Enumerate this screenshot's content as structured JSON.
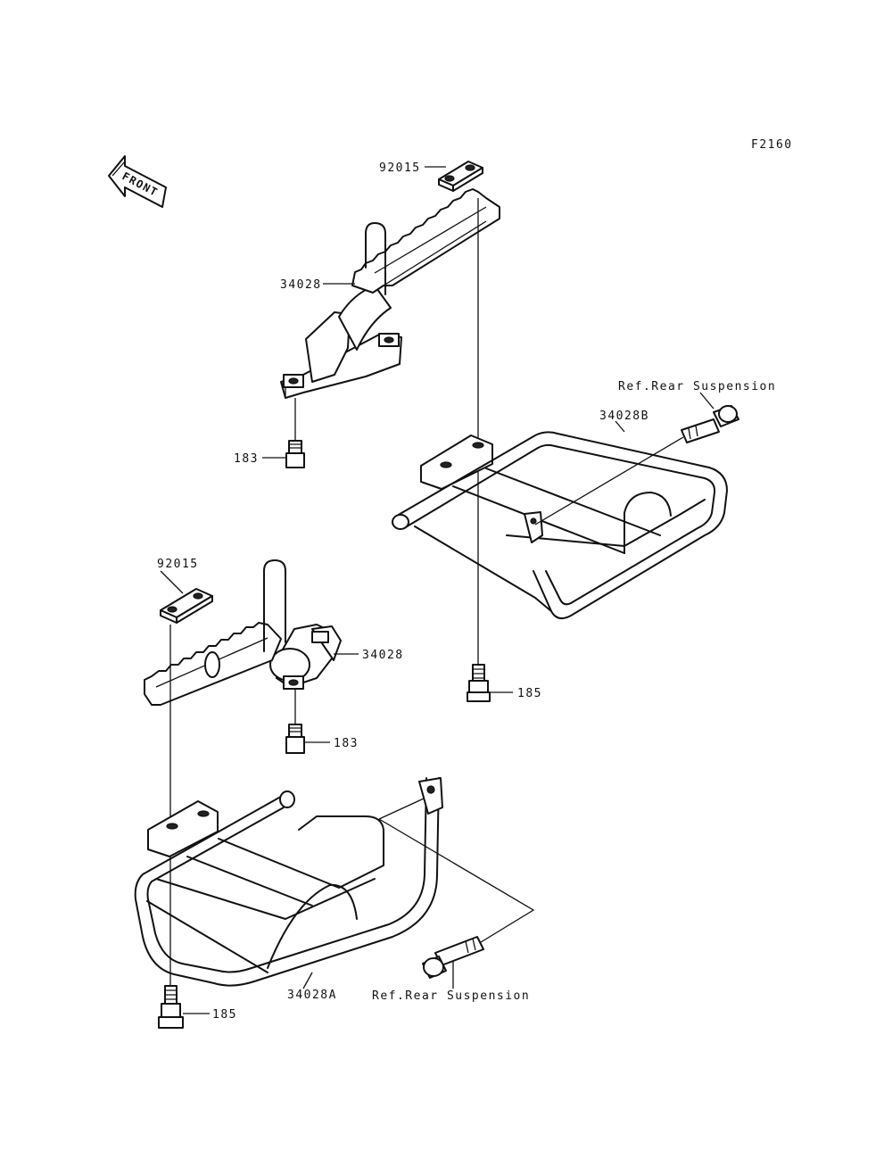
{
  "figure_code": "F2160",
  "front_arrow": {
    "text": "FRONT",
    "icon": "front-arrow-icon"
  },
  "labels": {
    "top_clip": "92015",
    "upper_footpeg": "34028",
    "upper_bolt": "183",
    "ref_top": "Ref.Rear Suspension",
    "upper_guard": "34028B",
    "right_bolt": "185",
    "lower_clip": "92015",
    "lower_footpeg": "34028",
    "lower_bolt": "183",
    "ref_bottom": "Ref.Rear Suspension",
    "lower_guard": "34028A",
    "left_bolt": "185"
  },
  "colors": {
    "ink": "#111111",
    "paper": "#ffffff"
  }
}
